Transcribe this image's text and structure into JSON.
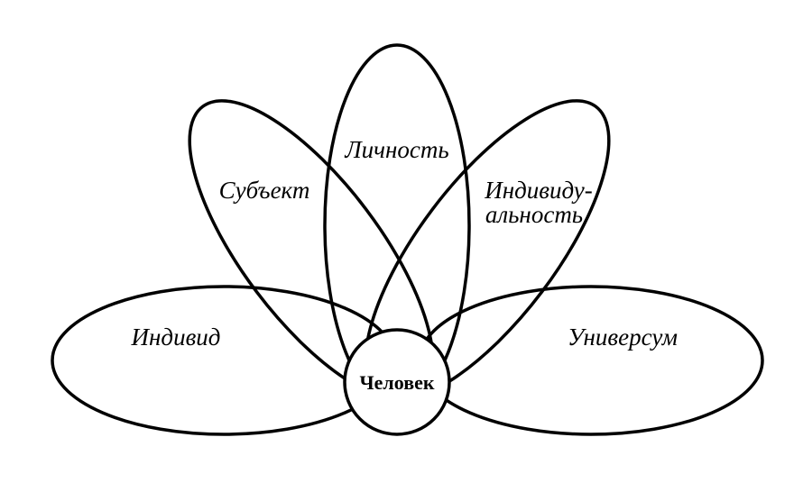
{
  "diagram": {
    "center": "Человек",
    "petals": {
      "individ": "Индивид",
      "subject": "Субъект",
      "personality": "Личность",
      "individuality_line1": "Индивиду-",
      "individuality_line2": "альность",
      "universum": "Универсум"
    },
    "colors": {
      "stroke": "#000000",
      "background": "#ffffff"
    }
  }
}
